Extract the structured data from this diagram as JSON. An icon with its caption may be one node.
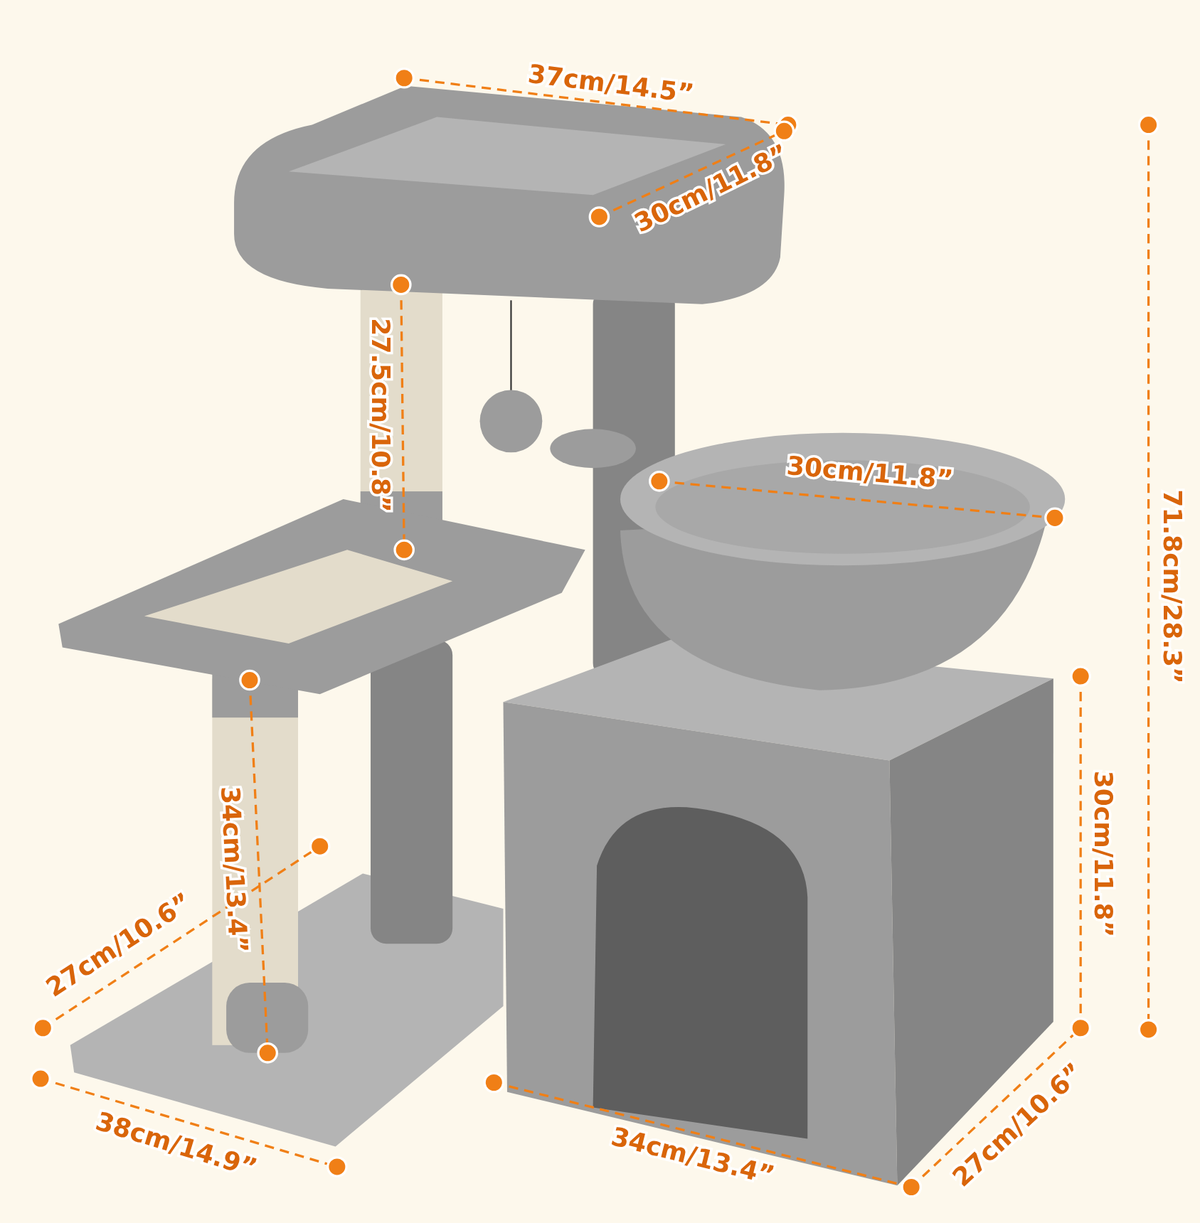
{
  "diagram": {
    "labels": [
      "37cm/14.5”",
      "30cm/11.8”",
      "27.5cm/10.8”",
      "30cm/11.8”",
      "71.8cm/28.3”",
      "30cm/11.8”",
      "34cm/13.4”",
      "27cm/10.6”",
      "38cm/14.9”",
      "34cm/13.4”",
      "27cm/10.6”"
    ]
  }
}
